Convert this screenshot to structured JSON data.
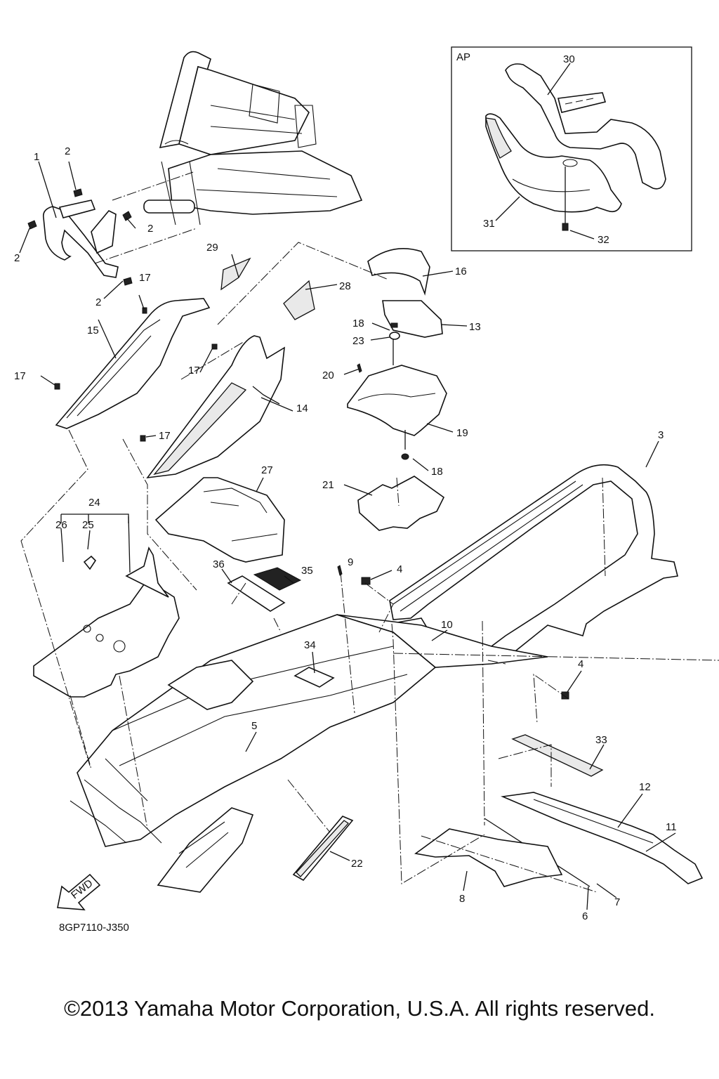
{
  "diagram": {
    "inset_label": "AP",
    "part_code": "8GP7110-J350",
    "fwd_label": "FWD",
    "callouts": [
      {
        "id": "c1",
        "text": "1"
      },
      {
        "id": "c2a",
        "text": "2"
      },
      {
        "id": "c2b",
        "text": "2"
      },
      {
        "id": "c2c",
        "text": "2"
      },
      {
        "id": "c2d",
        "text": "2"
      },
      {
        "id": "c3",
        "text": "3"
      },
      {
        "id": "c4a",
        "text": "4"
      },
      {
        "id": "c4b",
        "text": "4"
      },
      {
        "id": "c5",
        "text": "5"
      },
      {
        "id": "c6",
        "text": "6"
      },
      {
        "id": "c7",
        "text": "7"
      },
      {
        "id": "c8",
        "text": "8"
      },
      {
        "id": "c9",
        "text": "9"
      },
      {
        "id": "c10",
        "text": "10"
      },
      {
        "id": "c11",
        "text": "11"
      },
      {
        "id": "c12",
        "text": "12"
      },
      {
        "id": "c13",
        "text": "13"
      },
      {
        "id": "c14",
        "text": "14"
      },
      {
        "id": "c15",
        "text": "15"
      },
      {
        "id": "c16",
        "text": "16"
      },
      {
        "id": "c17a",
        "text": "17"
      },
      {
        "id": "c17b",
        "text": "17"
      },
      {
        "id": "c17c",
        "text": "17"
      },
      {
        "id": "c17d",
        "text": "17"
      },
      {
        "id": "c18a",
        "text": "18"
      },
      {
        "id": "c18b",
        "text": "18"
      },
      {
        "id": "c19",
        "text": "19"
      },
      {
        "id": "c20",
        "text": "20"
      },
      {
        "id": "c21",
        "text": "21"
      },
      {
        "id": "c22",
        "text": "22"
      },
      {
        "id": "c23",
        "text": "23"
      },
      {
        "id": "c24",
        "text": "24"
      },
      {
        "id": "c25",
        "text": "25"
      },
      {
        "id": "c26",
        "text": "26"
      },
      {
        "id": "c27",
        "text": "27"
      },
      {
        "id": "c28",
        "text": "28"
      },
      {
        "id": "c29",
        "text": "29"
      },
      {
        "id": "c30",
        "text": "30"
      },
      {
        "id": "c31",
        "text": "31"
      },
      {
        "id": "c32",
        "text": "32"
      },
      {
        "id": "c33",
        "text": "33"
      },
      {
        "id": "c34",
        "text": "34"
      },
      {
        "id": "c35",
        "text": "35"
      },
      {
        "id": "c36",
        "text": "36"
      }
    ]
  },
  "footer": {
    "copyright": "©2013 Yamaha Motor Corporation, U.S.A. All rights reserved."
  }
}
